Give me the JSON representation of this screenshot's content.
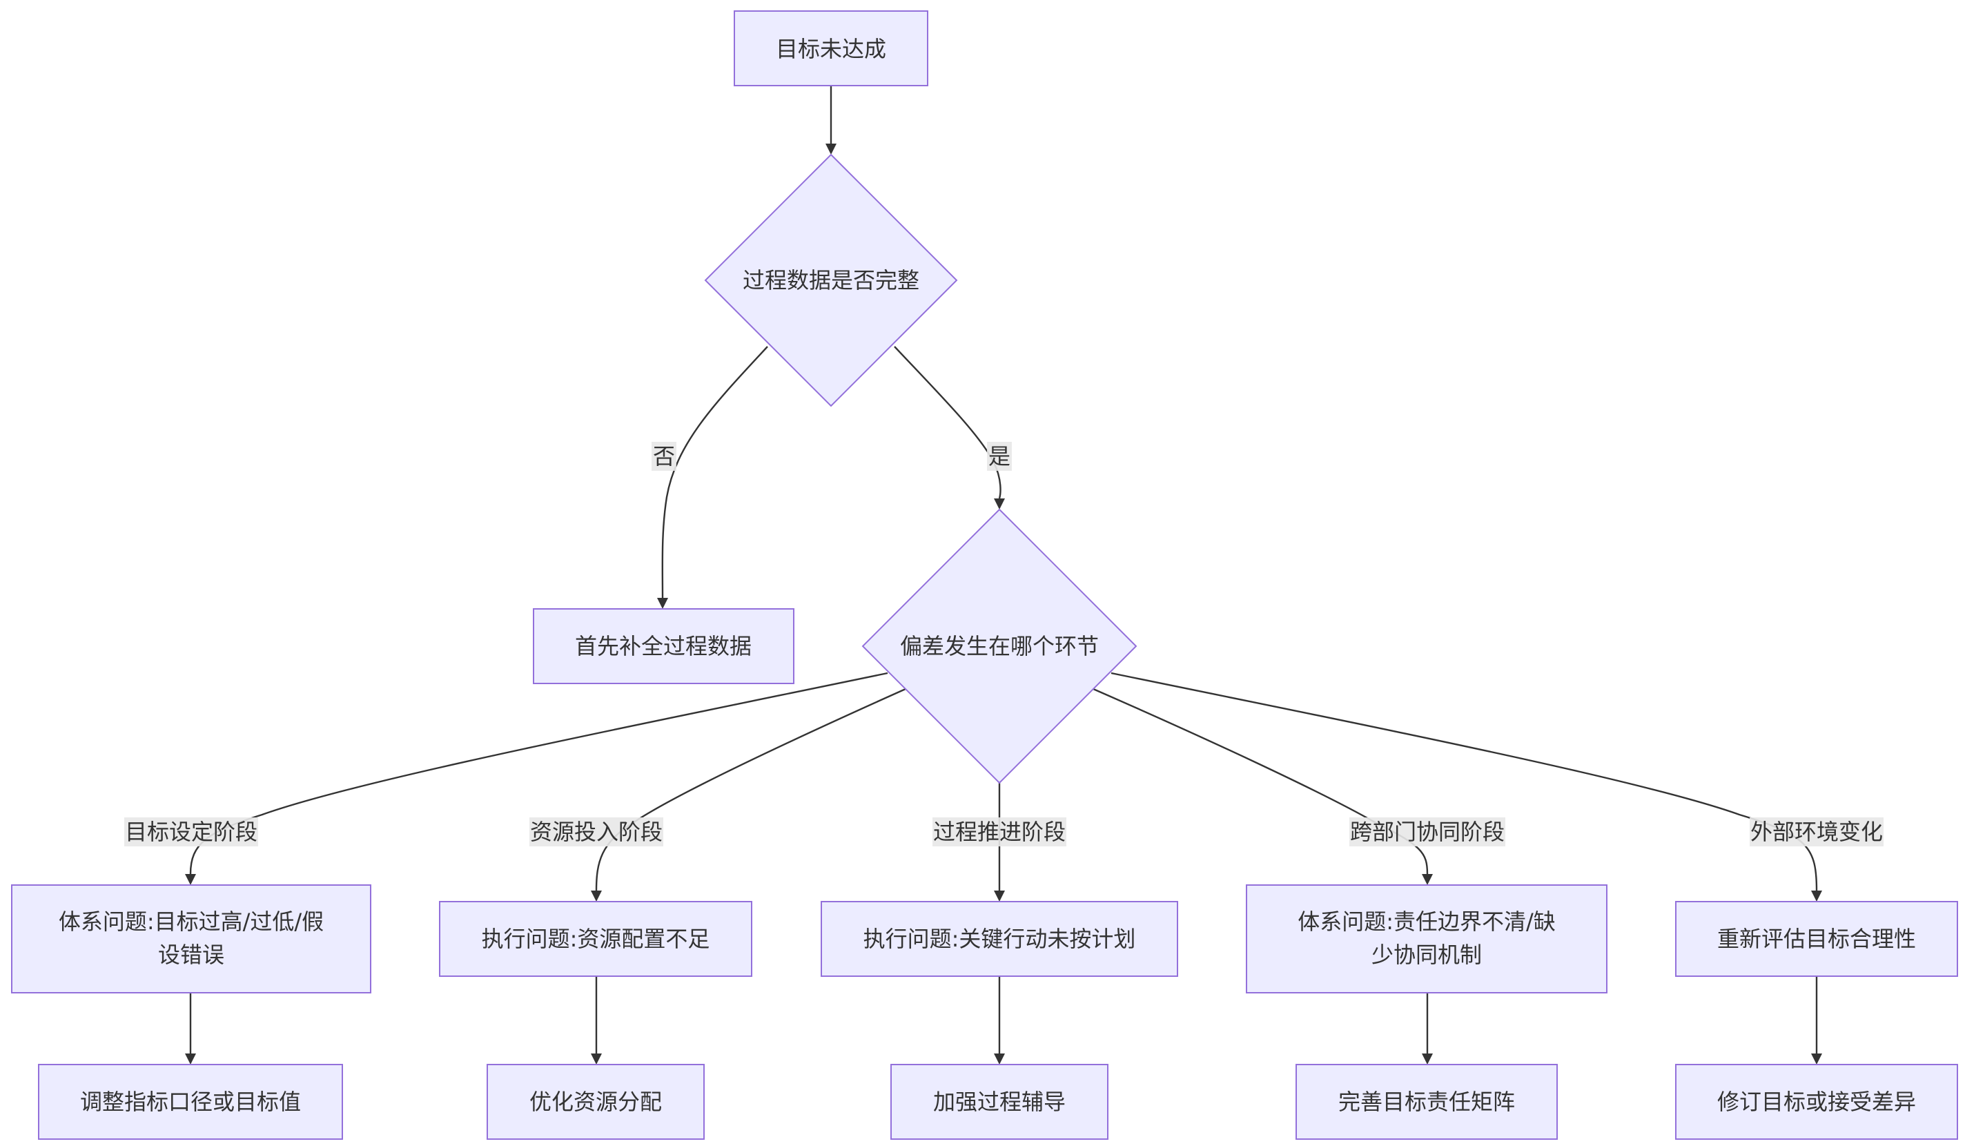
{
  "nodes": {
    "start": {
      "label": "目标未达成"
    },
    "decision_data": {
      "label": "过程数据是否完整"
    },
    "fill_data": {
      "label": "首先补全过程数据"
    },
    "decision_stage": {
      "label": "偏差发生在哪个环节"
    },
    "system_target": {
      "lines": [
        "体系问题:目标过高/过低/假",
        "设错误"
      ]
    },
    "exec_resource": {
      "label": "执行问题:资源配置不足"
    },
    "exec_action": {
      "label": "执行问题:关键行动未按计划"
    },
    "system_collab": {
      "lines": [
        "体系问题:责任边界不清/缺",
        "少协同机制"
      ]
    },
    "reassess": {
      "label": "重新评估目标合理性"
    },
    "adjust_metric": {
      "label": "调整指标口径或目标值"
    },
    "optimize_resource": {
      "label": "优化资源分配"
    },
    "strengthen_guidance": {
      "label": "加强过程辅导"
    },
    "improve_matrix": {
      "label": "完善目标责任矩阵"
    },
    "revise_target": {
      "label": "修订目标或接受差异"
    }
  },
  "edges": {
    "no": "否",
    "yes": "是",
    "stage_target": "目标设定阶段",
    "stage_resource": "资源投入阶段",
    "stage_process": "过程推进阶段",
    "stage_collab": "跨部门协同阶段",
    "stage_external": "外部环境变化"
  },
  "colors": {
    "node_fill": "#ececff",
    "node_stroke": "#9370db",
    "edge": "#333333",
    "label_bg": "#e8e8e8"
  }
}
